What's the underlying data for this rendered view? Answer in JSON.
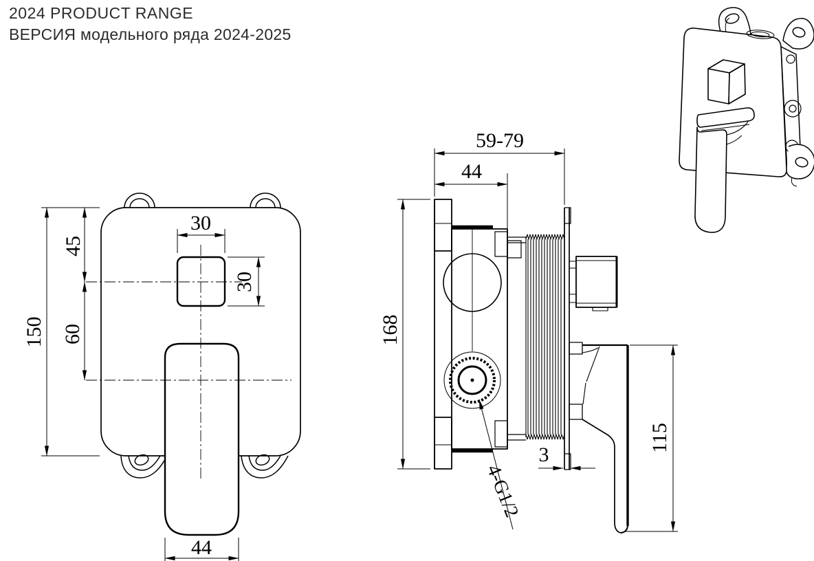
{
  "title": {
    "line1": "2024 PRODUCT RANGE",
    "line2": "ВЕРСИЯ модельного ряда 2024-2025"
  },
  "drawing": {
    "front_view": {
      "dims": {
        "plate_height": "150",
        "plate_top_to_button_center": "45",
        "button_center_to_handle_center": "60",
        "button_width": "30",
        "button_height": "30",
        "handle_width": "44"
      }
    },
    "side_view": {
      "dims": {
        "install_depth_range": "59-79",
        "rough_in_box_depth": "44",
        "rough_in_box_height": "168",
        "trim_plate_thickness": "3",
        "handle_length": "115",
        "connection_thread": "4-G1/2"
      }
    }
  },
  "colors": {
    "line": "#000000",
    "text": "#2b2b2b",
    "background": "#ffffff"
  }
}
